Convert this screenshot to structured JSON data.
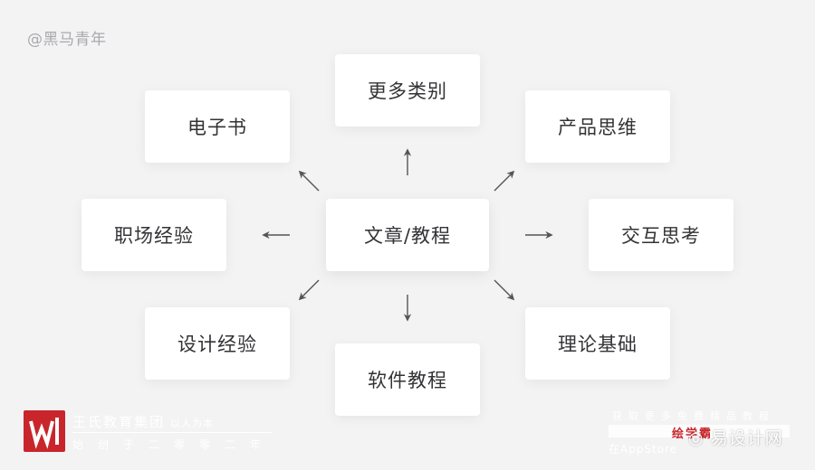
{
  "handle": "@黑马青年",
  "diagram": {
    "center": "文章/教程",
    "nodes": {
      "top": "更多类别",
      "top_left": "电子书",
      "top_right": "产品思维",
      "left": "职场经验",
      "right": "交互思考",
      "bottom_left": "设计经验",
      "bottom": "软件教程",
      "bottom_right": "理论基础"
    }
  },
  "watermarks": {
    "left": {
      "name": "王氏教育集团",
      "motto": "以人为本",
      "slogan": "始创于二零零二年"
    },
    "right": {
      "top_line": "获取更多免费精品教程",
      "brand": "绘学霸",
      "bottom_line": "在AppStore",
      "wechat": "易设计网"
    }
  },
  "colors": {
    "background": "#f3f3f4",
    "card": "#ffffff",
    "text": "#333336",
    "arrow": "#555558",
    "brand_red": "#c8262b"
  }
}
